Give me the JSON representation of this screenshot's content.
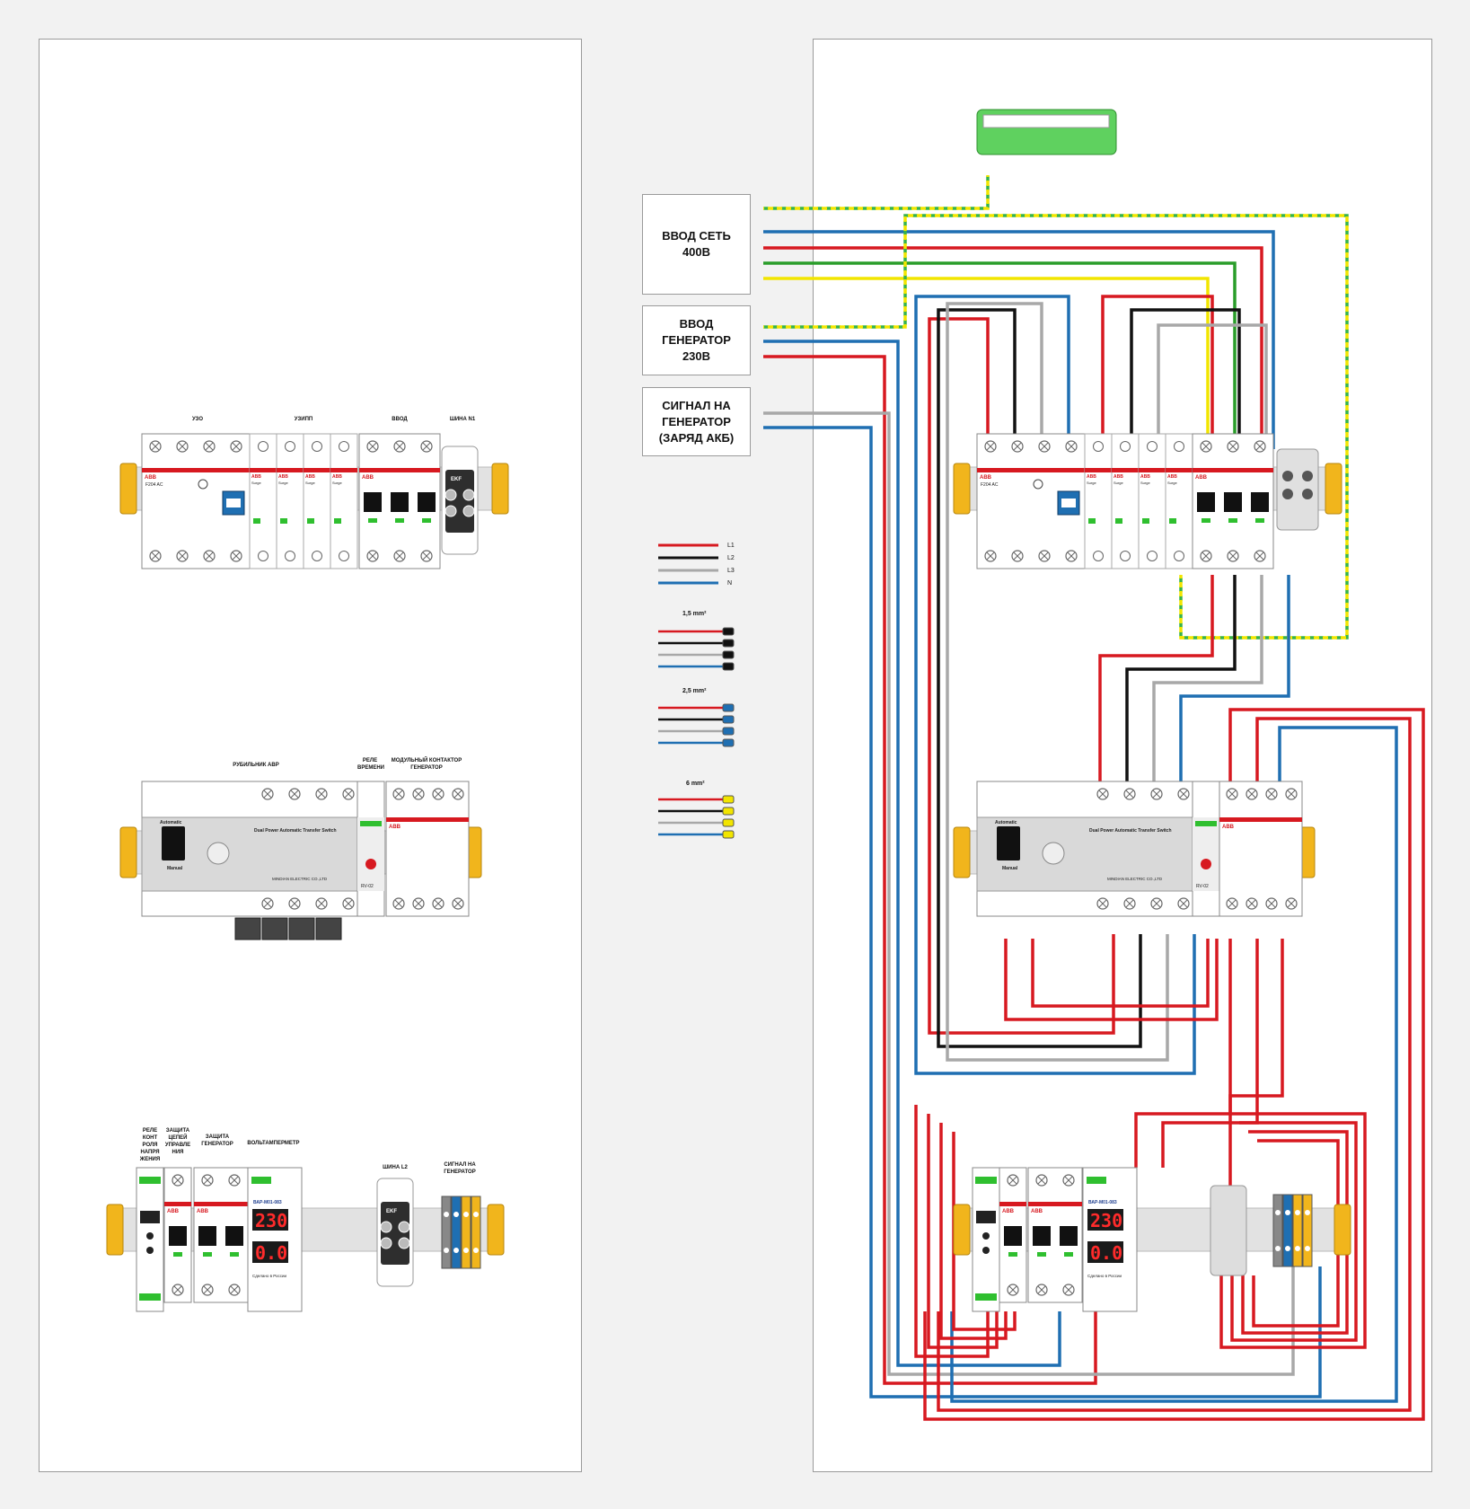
{
  "left_panel": {
    "row1": {
      "uzo": "УЗО",
      "uzipp": "УЗИПП",
      "vvod": "ВВОД",
      "bus": "ШИНА N1"
    },
    "row2": {
      "ats": "РУБИЛЬНИК АВР",
      "timer": "РЕЛЕ ВРЕМЕНИ",
      "contactor": "МОДУЛЬНЫЙ КОНТАКТОР ГЕНЕРАТОР"
    },
    "row3": {
      "relay": "РЕЛЕ КОНТ РОЛЯ НАПРЯ ЖЕНИЯ",
      "ctrl": "ЗАЩИТА ЦЕПЕЙ УПРАВЛЕ НИЯ",
      "gen": "ЗАЩИТА ГЕНЕРАТОР",
      "meter": "ВОЛЬТАМПЕРМЕТР",
      "bus2": "ШИНА L2",
      "signal": "СИГНАЛ НА ГЕНЕРАТОР"
    }
  },
  "inputs": {
    "grid": "ВВОД СЕТЬ 400В",
    "generator": "ВВОД ГЕНЕРАТОР 230В",
    "signal": "СИГНАЛ НА ГЕНЕРАТОР (ЗАРЯД АКБ)"
  },
  "legend": {
    "phases": [
      "L1",
      "L2",
      "L3",
      "N"
    ],
    "sizes": [
      "1,5 mm²",
      "2,5 mm²",
      "6 mm²"
    ]
  },
  "device_text": {
    "abb": "ABB",
    "rcd": "F204 AC",
    "spd": "Surge Protective Device",
    "ats_title": "Dual Power Automatic Transfer Switch",
    "ats_maker": "MINDIAN ELECTRIC CO.,LTD",
    "automatic": "Automatic",
    "manual": "Manual",
    "timer_model": "RV-02",
    "meter_model": "ВАР-М01-083",
    "meter_v": "230",
    "meter_a": "0.0",
    "made_in": "Сделано в России",
    "bus_brand": "EKF"
  },
  "colors": {
    "L1": "#d71920",
    "L2": "#111111",
    "L3": "#a8a8a8",
    "N": "#1f6fb2",
    "PE_green": "#36b34a",
    "PE_yellow": "#f2e500",
    "A": "#f2e500",
    "B": "#2a9d2a",
    "C": "#d71920"
  }
}
